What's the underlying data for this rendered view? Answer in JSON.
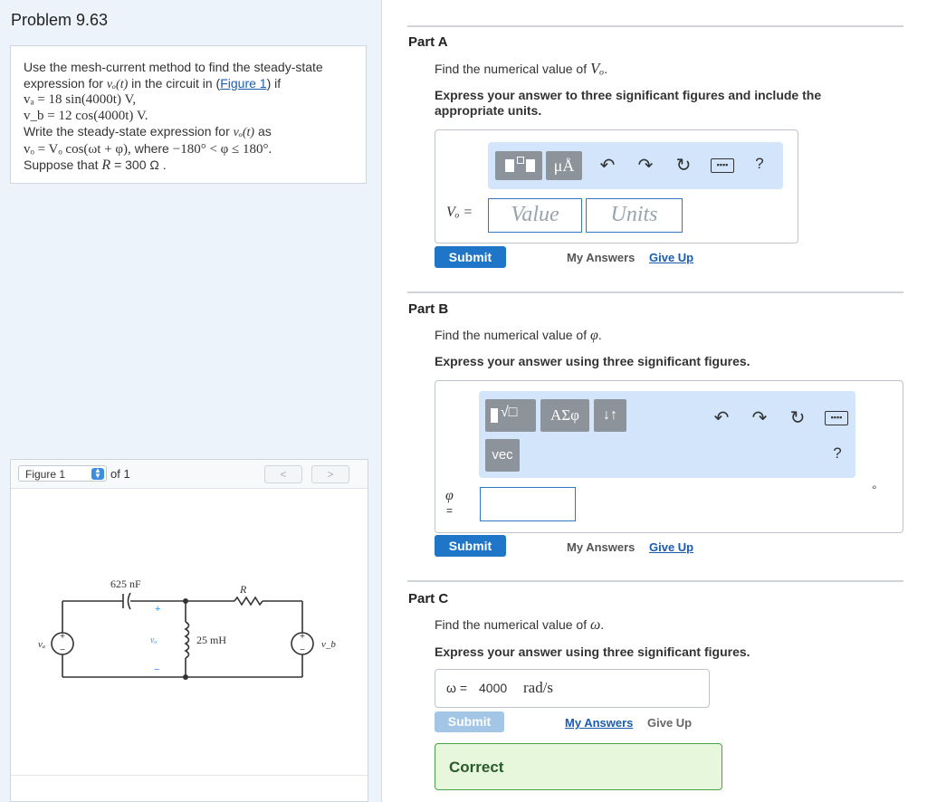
{
  "problem": {
    "title": "Problem 9.63",
    "line1": "Use the mesh-current method to find the steady-state",
    "line2_pre": "expression for ",
    "line2_mid": " in the circuit in (",
    "figure_link": "Figure 1",
    "line2_post": ") if",
    "va_expr": "vₐ = 18 sin(4000t) V,",
    "vb_expr": "v_b = 12 cos(4000t) V.",
    "line5_pre": "Write the steady-state expression for ",
    "line5_post": " as",
    "line6_expr": "vₒ = Vₒ cos(ωt + φ),",
    "line6_where": " where ",
    "line6_range": "−180° < φ ≤ 180°.",
    "line7_pre": "Suppose that ",
    "line7_r": "R",
    "line7_post": " = 300  Ω ."
  },
  "figure": {
    "selector": "Figure 1",
    "of": "of 1",
    "prev": "<",
    "next": ">",
    "cap_label": "625 nF",
    "r_label": "R",
    "ind_label": "25 mH",
    "va_label": "vₐ",
    "vb_label": "v_b",
    "vo_label": "vₒ",
    "plus": "+",
    "minus": "−"
  },
  "partA": {
    "heading": "Part A",
    "question_pre": "Find the numerical value of ",
    "question_var": "Vₒ",
    "question_post": ".",
    "instruction": "Express your answer to three significant figures and include the appropriate units.",
    "var_label": "Vₒ =",
    "value_placeholder": "Value",
    "units_placeholder": "Units",
    "tool_units": "μÅ",
    "help": "?",
    "submit": "Submit",
    "my_answers": "My Answers",
    "give_up": "Give Up"
  },
  "partB": {
    "heading": "Part B",
    "question_pre": "Find the numerical value of ",
    "question_var": "φ",
    "question_post": ".",
    "instruction": "Express your answer using three significant figures.",
    "tool_greek": "ΑΣφ",
    "tool_arrows": "↓↑",
    "tool_vec": "vec",
    "help": "?",
    "var_label": "φ",
    "equals": "=",
    "degree": "°",
    "submit": "Submit",
    "my_answers": "My Answers",
    "give_up": "Give Up"
  },
  "partC": {
    "heading": "Part C",
    "question_pre": "Find the numerical value of ",
    "question_var": "ω",
    "question_post": ".",
    "instruction": "Express your answer using three significant figures.",
    "answer_label": "ω =",
    "answer_value": "4000",
    "answer_units": "rad/s",
    "submit": "Submit",
    "my_answers": "My Answers",
    "give_up": "Give Up",
    "status": "Correct"
  },
  "colors": {
    "accent": "#1f75c8",
    "toolbar": "#d2e5fb",
    "correct_bg": "#e6f7dc"
  }
}
